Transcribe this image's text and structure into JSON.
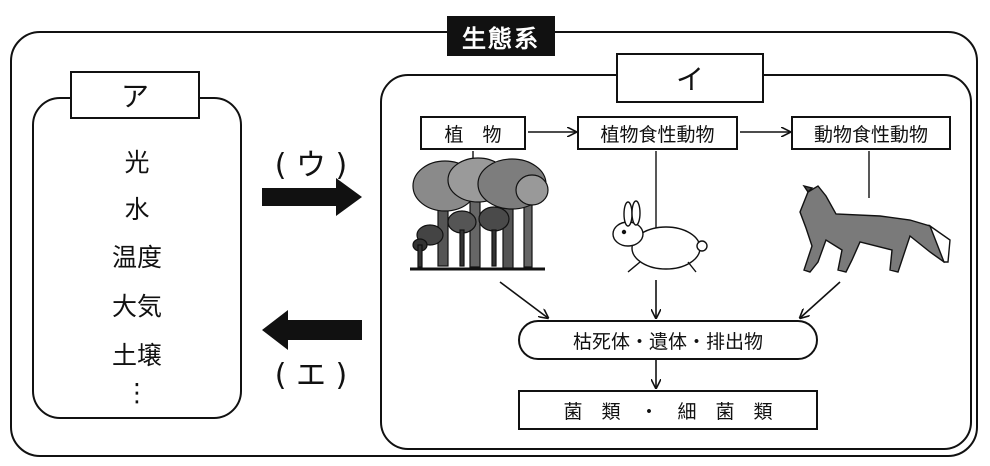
{
  "title": "生態系",
  "abiotic": {
    "label": "ア",
    "items": [
      "光",
      "水",
      "温度",
      "大気",
      "土壌",
      "⋮"
    ]
  },
  "biotic": {
    "label": "イ",
    "food_chain": [
      "植　物",
      "植物食性動物",
      "動物食性動物"
    ],
    "remains": "枯死体・遺体・排出物",
    "decomposers": "菌　類　・　細　菌　類"
  },
  "arrows": {
    "upper": "( ウ )",
    "lower": "( エ )"
  }
}
